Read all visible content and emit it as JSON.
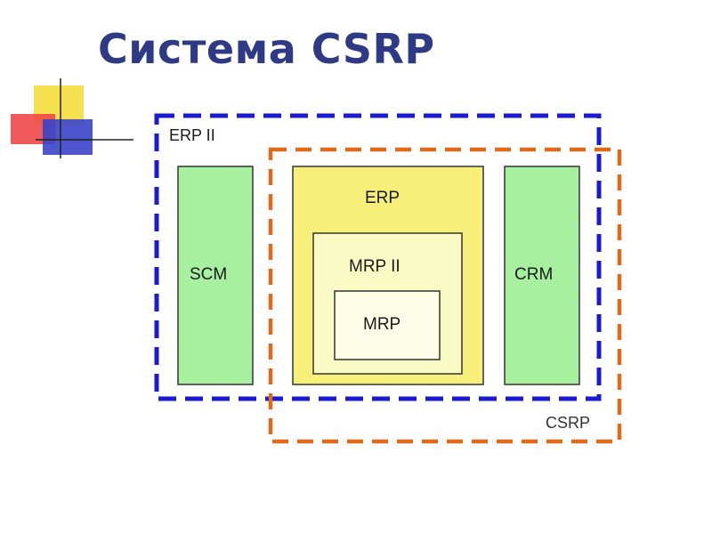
{
  "title": "Система CSRP",
  "diagram": {
    "outer_blue_label": "ERP II",
    "outer_orange_label": "CSRP",
    "left_module": "SCM",
    "right_module": "CRM",
    "center_outer": "ERP",
    "center_middle": "MRP II",
    "center_inner": "MRP"
  },
  "colors": {
    "title": "#2e3a86",
    "erp2_border": "#1a1ad0",
    "csrp_border": "#e06a1a",
    "module_green": "#a6f0a0",
    "erp_yellow": "#f6f07a",
    "mrp2_yellow": "#fafac4",
    "mrp_bg": "#fdfde8"
  }
}
